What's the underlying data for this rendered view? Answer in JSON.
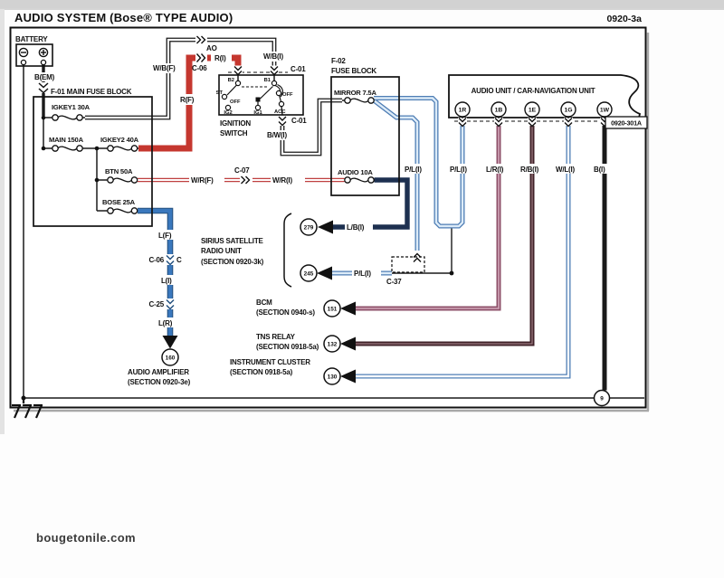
{
  "header": {
    "title": "AUDIO SYSTEM (Bose® TYPE AUDIO)",
    "code": "0920-3a"
  },
  "watermark": "bougetonile.com",
  "battery": {
    "label": "BATTERY",
    "neg": "−",
    "pos": "+",
    "wire_bem": "B(EM)"
  },
  "f01": {
    "title": "F-01 MAIN FUSE BLOCK",
    "igkey1": "IGKEY1 30A",
    "main": "MAIN 150A",
    "igkey2": "IGKEY2 40A",
    "btn": "BTN 50A",
    "bose": "BOSE 25A"
  },
  "f02": {
    "name1": "F-02",
    "name2": "FUSE BLOCK",
    "mirror": "MIRROR 7.5A",
    "audio": "AUDIO 10A"
  },
  "ignition": {
    "name1": "IGNITION",
    "name2": "SWITCH",
    "b2": "B2",
    "b1": "B1",
    "st": "ST",
    "off_l": "OFF",
    "off_r": "OFF",
    "ig2": "IG2",
    "ig1": "IG1",
    "acc": "ACC",
    "conn_top": "C-01",
    "conn_bottom": "C-01"
  },
  "audio_unit": {
    "title": "AUDIO UNIT / CAR-NAVIGATION UNIT",
    "ref": "0920-301A",
    "pins": [
      "1R",
      "1B",
      "1E",
      "1G",
      "1W"
    ]
  },
  "wires": {
    "wbf": "W/B(F)",
    "wbi": "W/B(I)",
    "rf": "R(F)",
    "ri": "R(I)",
    "ao": "AO",
    "c06": "C-06",
    "bwi": "B/W(I)",
    "wrf": "W/R(F)",
    "c07": "C-07",
    "wri": "W/R(I)",
    "pli_a": "P/L(I)",
    "pli_b": "P/L(I)",
    "pli_c": "P/L(I)",
    "c37": "C-37",
    "lbi": "L/B(I)",
    "lri": "L/R(I)",
    "rbi": "R/B(I)",
    "wli": "W/L(I)",
    "bi": "B(I)",
    "lf": "L(F)",
    "c06_blue": "C-06",
    "c06_mate": "C",
    "li": "L(I)",
    "c25": "C-25",
    "lr": "L(R)"
  },
  "components": {
    "sirius": {
      "name1": "SIRIUS SATELLITE",
      "name2": "RADIO UNIT",
      "section": "(SECTION 0920-3k)",
      "pin_a": "279",
      "pin_b": "245"
    },
    "bcm": {
      "name": "BCM",
      "section": "(SECTION 0940-s)",
      "pin": "151"
    },
    "tns": {
      "name": "TNS RELAY",
      "section": "(SECTION 0918-5a)",
      "pin": "132"
    },
    "cluster": {
      "name": "INSTRUMENT CLUSTER",
      "section": "(SECTION 0918-5a)",
      "pin": "130"
    },
    "amp": {
      "name": "AUDIO AMPLIFIER",
      "section": "(SECTION 0920-3e)",
      "pin": "160"
    },
    "ground_pin": "9"
  },
  "colors": {
    "power_red": "#c5372f",
    "wire_blue": "#3a78bd",
    "pl_blue": "#4e7db4",
    "navy": "#1d3050",
    "maroon": "#8e5069",
    "dark_brown": "#402228",
    "wire_black": "#1a1a1a",
    "thin_red": "#bf4040"
  }
}
